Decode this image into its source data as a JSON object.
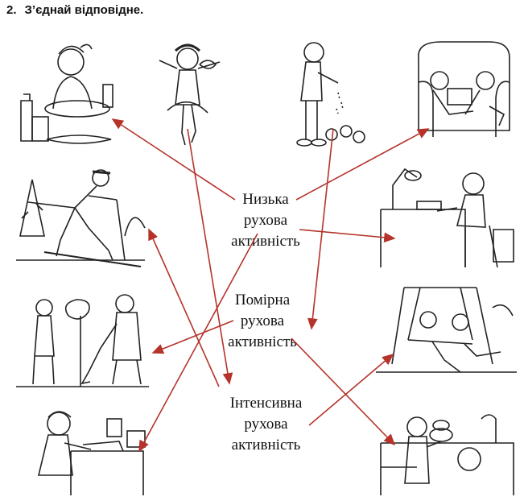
{
  "task": {
    "number": "2.",
    "title": "З’єднай відповідне."
  },
  "categories": {
    "low": [
      "Низька",
      "рухова",
      "активність"
    ],
    "moderate": [
      "Помірна",
      "рухова",
      "активність"
    ],
    "intense": [
      "Інтенсивна",
      "рухова",
      "активність"
    ]
  },
  "colors": {
    "arrow": "#b5332a",
    "ink": "#222222"
  },
  "icons": [
    "girl-eating-icon",
    "girl-dancing-icon",
    "girl-feeding-chicks-icon",
    "boys-reading-sofa-icon",
    "skier-icon",
    "boy-studying-desk-icon",
    "gardening-icon",
    "kids-swinging-icon",
    "girl-drawing-icon",
    "boy-washing-dishes-icon"
  ]
}
